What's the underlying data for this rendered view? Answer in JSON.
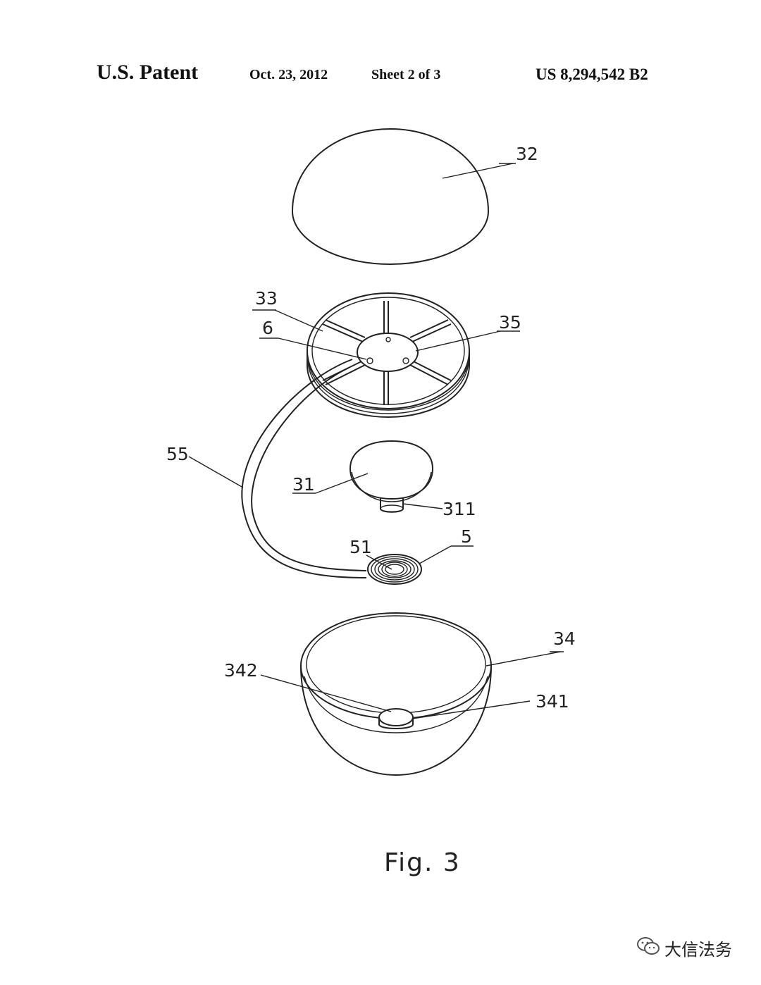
{
  "header": {
    "title": "U.S. Patent",
    "date": "Oct. 23, 2012",
    "sheet": "Sheet 2 of 3",
    "patent_number": "US 8,294,542 B2"
  },
  "labels": {
    "l32": "32",
    "l33": "33",
    "l6": "6",
    "l35": "35",
    "l55": "55",
    "l31": "31",
    "l311": "311",
    "l51": "51",
    "l5": "5",
    "l34": "34",
    "l342": "342",
    "l341": "341"
  },
  "figure_caption": "Fig. 3",
  "watermark": {
    "text": "大信法务",
    "icon": "wechat-icon"
  }
}
